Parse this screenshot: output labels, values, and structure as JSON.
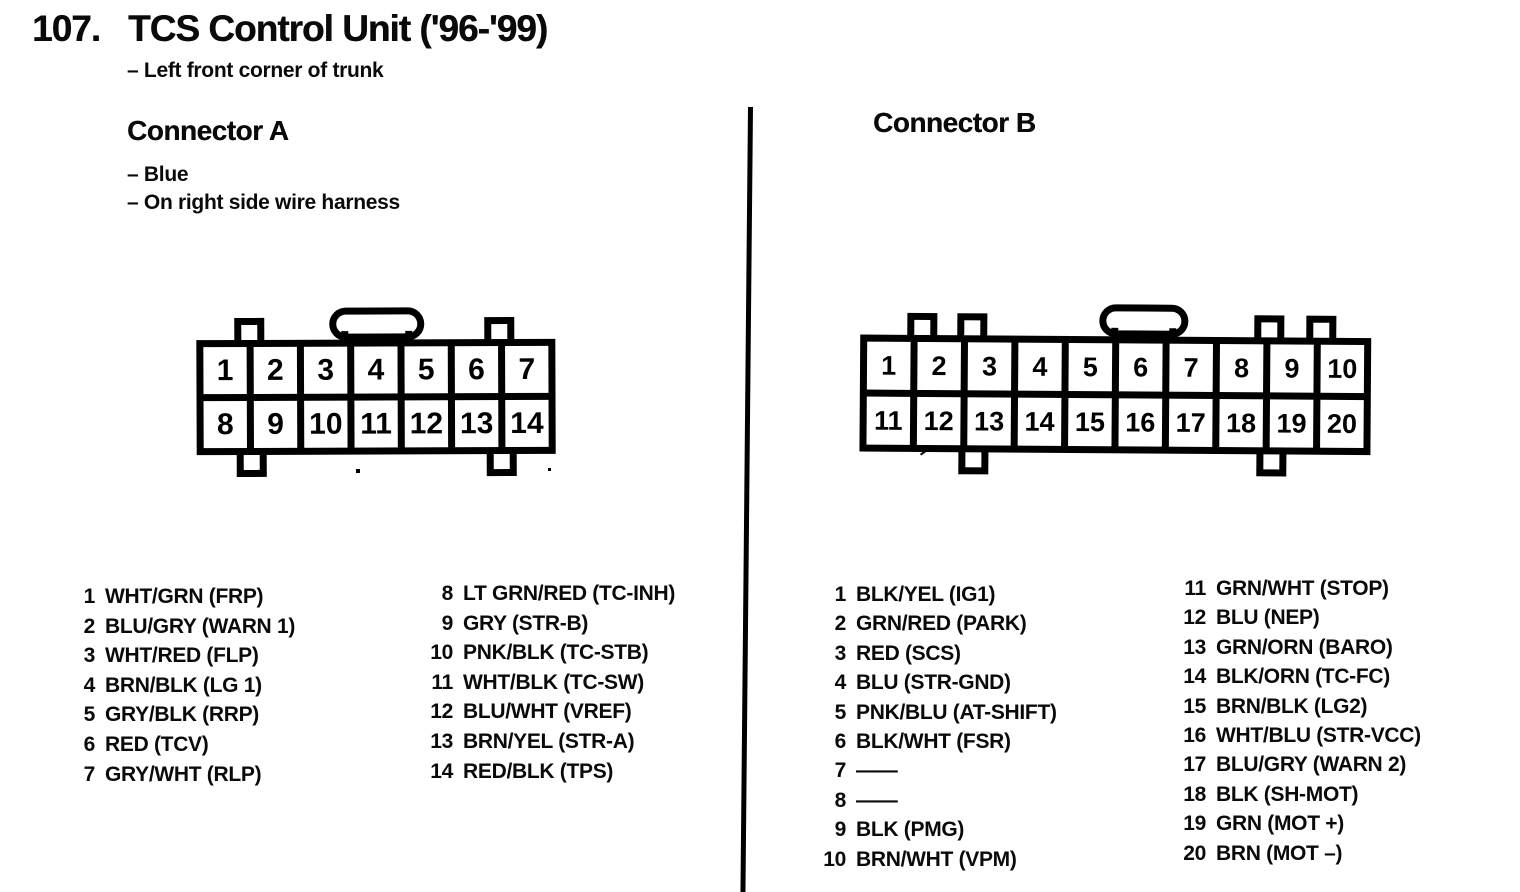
{
  "page": {
    "number": "107.",
    "title": "TCS Control Unit ('96-'99)",
    "subtitle": "– Left front corner of trunk"
  },
  "connector_a": {
    "heading": "Connector A",
    "notes": [
      "– Blue",
      "– On right side wire harness"
    ],
    "pin_rows": [
      [
        "1",
        "2",
        "3",
        "4",
        "5",
        "6",
        "7"
      ],
      [
        "8",
        "9",
        "10",
        "11",
        "12",
        "13",
        "14"
      ]
    ],
    "pin_list_left": [
      {
        "pin": "1",
        "label": "WHT/GRN (FRP)"
      },
      {
        "pin": "2",
        "label": "BLU/GRY (WARN 1)"
      },
      {
        "pin": "3",
        "label": "WHT/RED (FLP)"
      },
      {
        "pin": "4",
        "label": "BRN/BLK (LG 1)"
      },
      {
        "pin": "5",
        "label": "GRY/BLK (RRP)"
      },
      {
        "pin": "6",
        "label": "RED (TCV)"
      },
      {
        "pin": "7",
        "label": "GRY/WHT (RLP)"
      }
    ],
    "pin_list_right": [
      {
        "pin": "8",
        "label": "LT GRN/RED (TC-INH)"
      },
      {
        "pin": "9",
        "label": "GRY (STR-B)"
      },
      {
        "pin": "10",
        "label": "PNK/BLK (TC-STB)"
      },
      {
        "pin": "11",
        "label": "WHT/BLK (TC-SW)"
      },
      {
        "pin": "12",
        "label": "BLU/WHT (VREF)"
      },
      {
        "pin": "13",
        "label": "BRN/YEL (STR-A)"
      },
      {
        "pin": "14",
        "label": "RED/BLK (TPS)"
      }
    ]
  },
  "connector_b": {
    "heading": "Connector B",
    "pin_rows": [
      [
        "1",
        "2",
        "3",
        "4",
        "5",
        "6",
        "7",
        "8",
        "9",
        "10"
      ],
      [
        "11",
        "12",
        "13",
        "14",
        "15",
        "16",
        "17",
        "18",
        "19",
        "20"
      ]
    ],
    "pin_list_left": [
      {
        "pin": "1",
        "label": "BLK/YEL (IG1)"
      },
      {
        "pin": "2",
        "label": "GRN/RED (PARK)"
      },
      {
        "pin": "3",
        "label": "RED (SCS)"
      },
      {
        "pin": "4",
        "label": "BLU (STR-GND)"
      },
      {
        "pin": "5",
        "label": "PNK/BLU (AT-SHIFT)"
      },
      {
        "pin": "6",
        "label": "BLK/WHT (FSR)"
      },
      {
        "pin": "7",
        "label": "——"
      },
      {
        "pin": "8",
        "label": "——"
      },
      {
        "pin": "9",
        "label": "BLK (PMG)"
      },
      {
        "pin": "10",
        "label": "BRN/WHT (VPM)"
      }
    ],
    "pin_list_right": [
      {
        "pin": "11",
        "label": "GRN/WHT (STOP)"
      },
      {
        "pin": "12",
        "label": "BLU (NEP)"
      },
      {
        "pin": "13",
        "label": "GRN/ORN (BARO)"
      },
      {
        "pin": "14",
        "label": "BLK/ORN (TC-FC)"
      },
      {
        "pin": "15",
        "label": "BRN/BLK (LG2)"
      },
      {
        "pin": "16",
        "label": "WHT/BLU (STR-VCC)"
      },
      {
        "pin": "17",
        "label": "BLU/GRY (WARN 2)"
      },
      {
        "pin": "18",
        "label": "BLK (SH-MOT)"
      },
      {
        "pin": "19",
        "label": "GRN (MOT +)"
      },
      {
        "pin": "20",
        "label": "BRN (MOT –)"
      }
    ]
  },
  "colors": {
    "ink": "#000000",
    "paper": "#ffffff"
  }
}
